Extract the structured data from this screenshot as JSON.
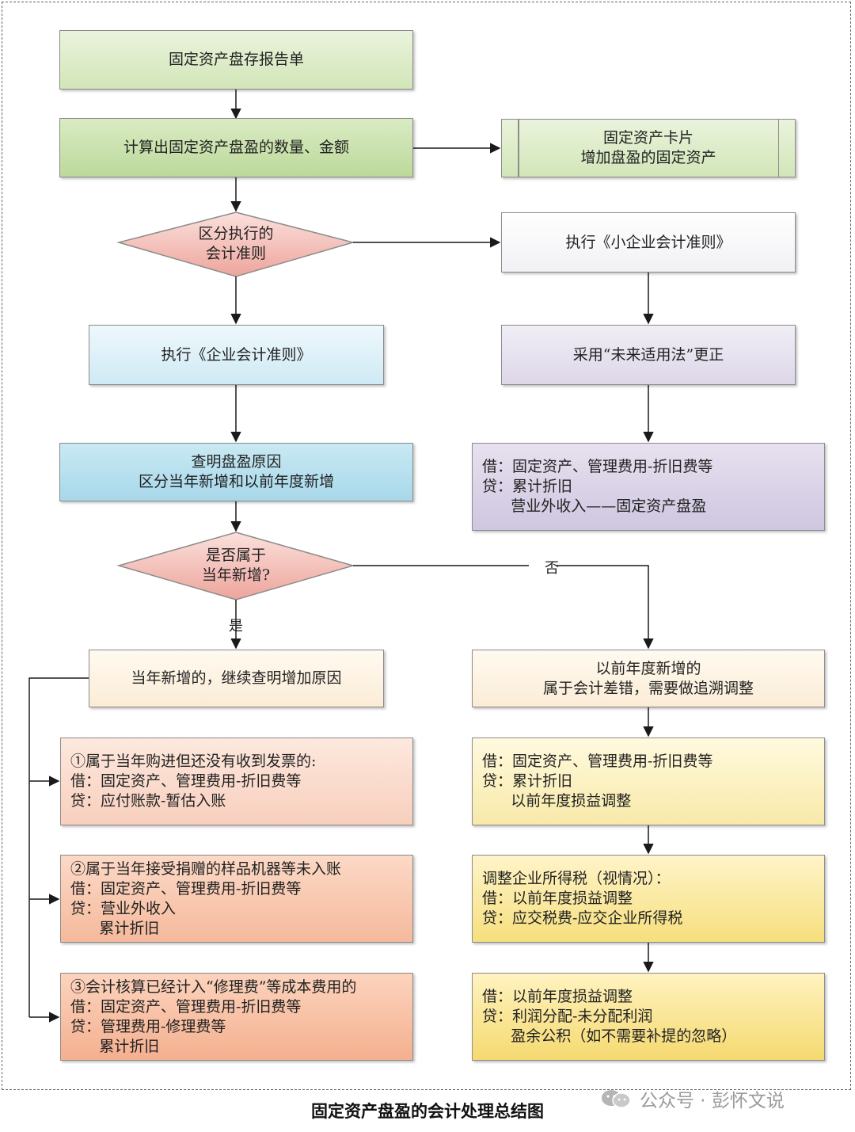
{
  "nodes": {
    "report": [
      "固定资产盘存报告单"
    ],
    "calc": [
      "计算出固定资产盘盈的数量、金额"
    ],
    "card": [
      "固定资产卡片",
      "增加盘盈的固定资产"
    ],
    "standard_diamond": [
      "区分执行的",
      "会计准则"
    ],
    "small_std": [
      "执行《小企业会计准则》"
    ],
    "ent_std": [
      "执行《企业会计准则》"
    ],
    "future": [
      "采用“未来适用法”更正"
    ],
    "small_entry": [
      "借：固定资产、管理费用-折旧费等",
      "贷：累计折旧",
      "      营业外收入——固定资产盘盈"
    ],
    "cause": [
      "查明盘盈原因",
      "区分当年新增和以前年度新增"
    ],
    "year_diamond": [
      "是否属于",
      "当年新增?"
    ],
    "current_year": [
      "当年新增的，继续查明增加原因"
    ],
    "prior_year": [
      "以前年度新增的",
      "属于会计差错，需要做追溯调整"
    ],
    "case1": [
      "①属于当年购进但还没有收到发票的:",
      "借：固定资产、管理费用-折旧费等",
      "贷：应付账款-暂估入账"
    ],
    "case2": [
      "②属于当年接受捐赠的样品机器等未入账",
      "借：固定资产、管理费用-折旧费等",
      "贷：营业外收入",
      "      累计折旧"
    ],
    "case3": [
      "③会计核算已经计入“修理费”等成本费用的",
      "借：固定资产、管理费用-折旧费等",
      "贷：管理费用-修理费等",
      "      累计折旧"
    ],
    "prior_entry1": [
      "借：固定资产、管理费用-折旧费等",
      "贷：累计折旧",
      "      以前年度损益调整"
    ],
    "prior_entry2": [
      "调整企业所得税（视情况）：",
      "借：以前年度损益调整",
      "贷：应交税费-应交企业所得税"
    ],
    "prior_entry3": [
      "借：以前年度损益调整",
      "贷：利润分配-未分配利润",
      "      盈余公积（如不需要补提的忽略）"
    ]
  },
  "labels": {
    "no": "否",
    "yes": "是"
  },
  "caption": "固定资产盘盈的会计处理总结图",
  "watermark": "公众号 · 彭怀文说",
  "colors": {
    "line": "#1a1a1a",
    "border": "#8c8c8c",
    "diamond_fill": "#f2b8b2",
    "watermark": "#9a9a9a"
  }
}
